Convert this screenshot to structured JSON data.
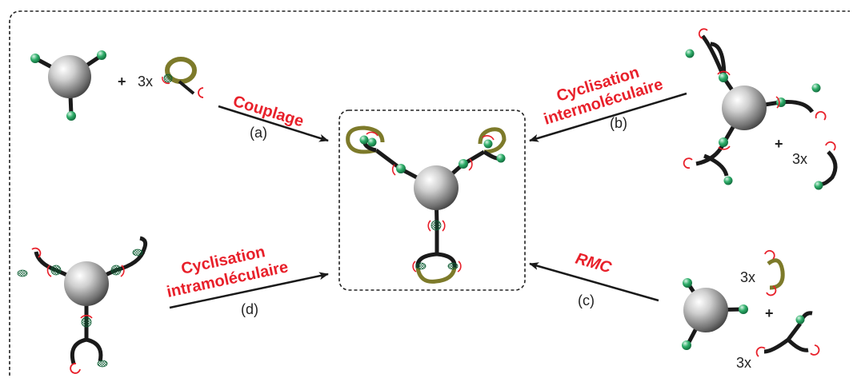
{
  "colors": {
    "accent_red": "#e8202a",
    "bead_green": "#1f9d55",
    "arm_black": "#1a1a1a",
    "loop_olive": "#7d7a2a",
    "core_grey": "#8a8a8a"
  },
  "reactions": {
    "a": {
      "title": "Couplage",
      "tag": "(a)"
    },
    "b": {
      "title_line1": "Cyclisation",
      "title_line2": "intermoléculaire",
      "tag": "(b)"
    },
    "c": {
      "title": "RMC",
      "tag": "(c)"
    },
    "d": {
      "title_line1": "Cyclisation",
      "title_line2": "intramoléculaire",
      "tag": "(d)"
    }
  },
  "reagents": {
    "a": {
      "plus": "+",
      "count": "3x"
    },
    "b": {
      "plus": "+",
      "count": "3x"
    },
    "c": {
      "plus": "+",
      "count_top": "3x",
      "count_bottom": "3x"
    }
  }
}
